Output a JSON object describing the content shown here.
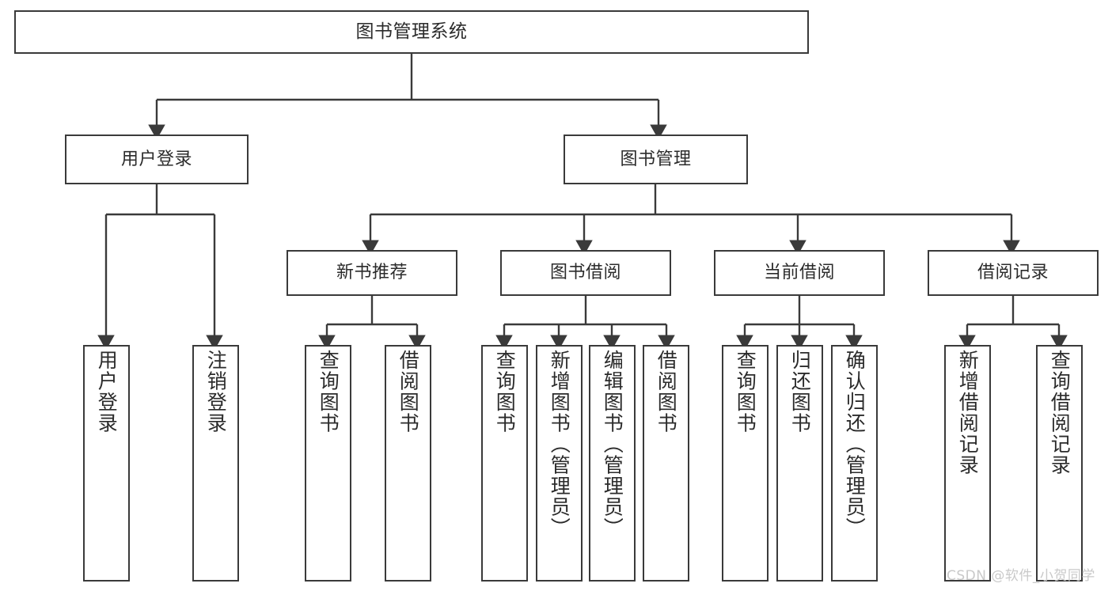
{
  "diagram": {
    "title": "图书管理系统",
    "type": "hierarchy-tree",
    "watermark": "CSDN @软件_小贺同学",
    "colors": {
      "stroke": "#3a3a3a",
      "fill": "#ffffff",
      "text": "#2b2b2b",
      "watermark": "#c9c9c9"
    },
    "nodes": {
      "root": {
        "label": "图书管理系统"
      },
      "level2": [
        {
          "id": "user-login",
          "label": "用户登录"
        },
        {
          "id": "book-manage",
          "label": "图书管理"
        }
      ],
      "level3": [
        {
          "id": "new-book-recommend",
          "label": "新书推荐"
        },
        {
          "id": "book-borrow",
          "label": "图书借阅"
        },
        {
          "id": "current-borrow",
          "label": "当前借阅"
        },
        {
          "id": "borrow-record",
          "label": "借阅记录"
        }
      ],
      "leaves": [
        {
          "id": "leaf-user-login",
          "label": "用户登录",
          "parent": "user-login"
        },
        {
          "id": "leaf-logout-login",
          "label": "注销登录",
          "parent": "user-login"
        },
        {
          "id": "leaf-query-book-1",
          "label": "查询图书",
          "parent": "new-book-recommend"
        },
        {
          "id": "leaf-borrow-book-1",
          "label": "借阅图书",
          "parent": "new-book-recommend"
        },
        {
          "id": "leaf-query-book-2",
          "label": "查询图书",
          "parent": "book-borrow"
        },
        {
          "id": "leaf-add-book",
          "label": "新增图书（管理员）",
          "parent": "book-borrow"
        },
        {
          "id": "leaf-edit-book",
          "label": "编辑图书（管理员）",
          "parent": "book-borrow"
        },
        {
          "id": "leaf-borrow-book-2",
          "label": "借阅图书",
          "parent": "book-borrow"
        },
        {
          "id": "leaf-query-book-3",
          "label": "查询图书",
          "parent": "current-borrow"
        },
        {
          "id": "leaf-return-book",
          "label": "归还图书",
          "parent": "current-borrow"
        },
        {
          "id": "leaf-confirm-return",
          "label": "确认归还（管理员）",
          "parent": "current-borrow"
        },
        {
          "id": "leaf-add-record",
          "label": "新增借阅记录",
          "parent": "borrow-record"
        },
        {
          "id": "leaf-query-record",
          "label": "查询借阅记录",
          "parent": "borrow-record"
        }
      ]
    }
  }
}
